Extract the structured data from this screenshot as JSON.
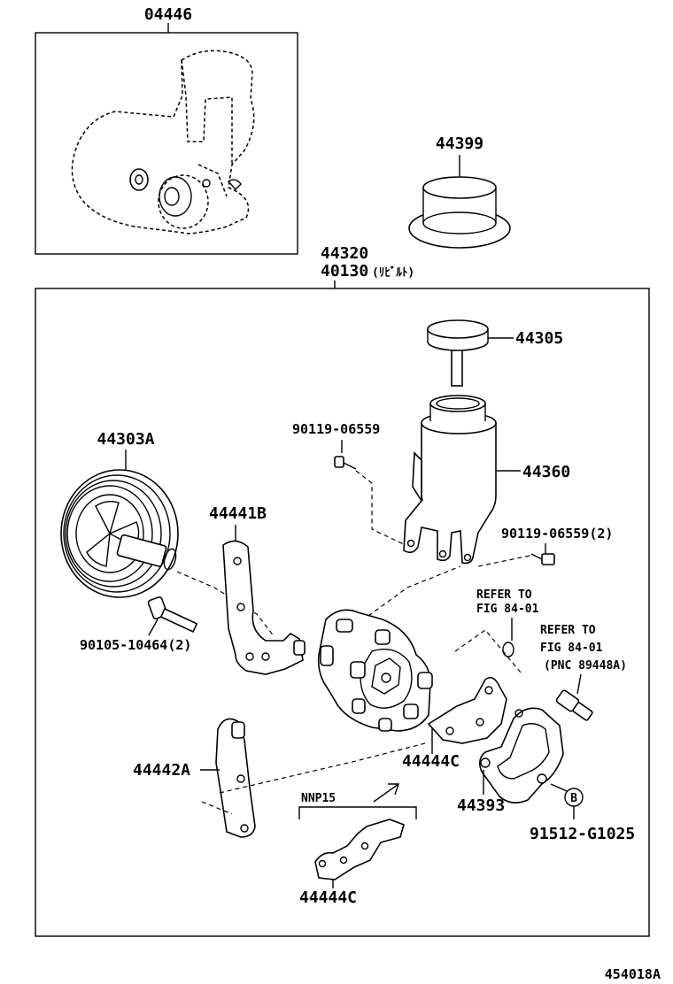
{
  "kit": {
    "number": "04446"
  },
  "cap": {
    "number": "44399"
  },
  "assembly": {
    "number": "44320",
    "alt_number": "40130",
    "alt_note": "(ﾘﾋﾞﾙﾄ)"
  },
  "parts": {
    "reservoir_cap": "44305",
    "reservoir": "44360",
    "bolt_1": "90119-06559",
    "bolt_2": "90119-06559(2)",
    "pulley": "44303A",
    "bracket_1": "44441B",
    "bolt_3": "90105-10464(2)",
    "bracket_2": "44442A",
    "bracket_3": "44444C",
    "gasket": "44393",
    "bracket_4": "44444C",
    "stud": "91512-G1025"
  },
  "refs": {
    "ref1_line1": "REFER TO",
    "ref1_line2": "FIG 84-01",
    "ref2_line1": "REFER TO",
    "ref2_line2": "FIG 84-01",
    "ref2_line3": "(PNC 89448A)"
  },
  "note": {
    "label": "NNP15"
  },
  "callout": {
    "marker": "B"
  },
  "figure_id": "454018A",
  "icons": [
    "arrow-icon",
    "circle-b-icon"
  ]
}
